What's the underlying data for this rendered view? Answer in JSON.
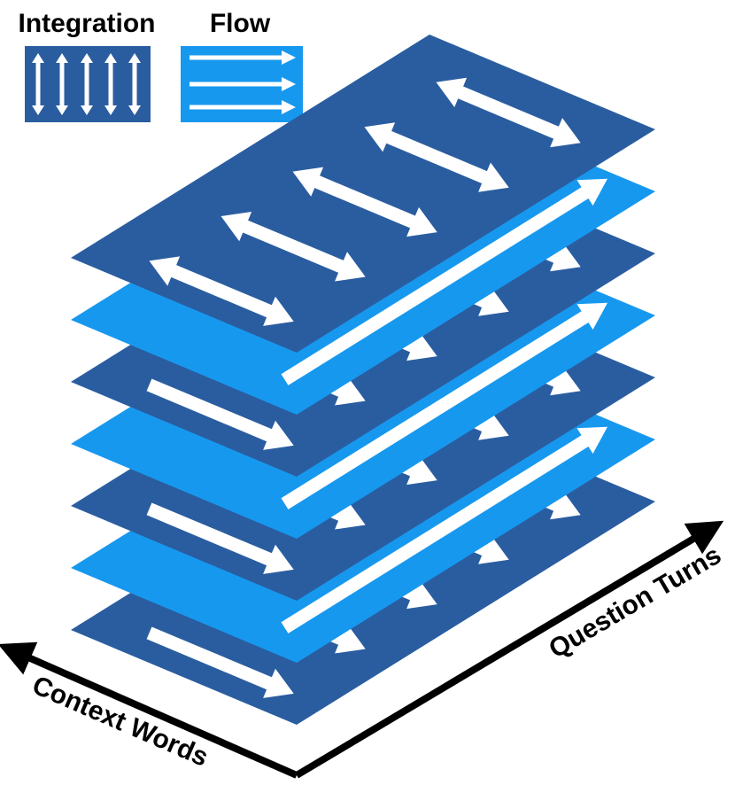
{
  "legend": {
    "integration": {
      "label": "Integration",
      "color": "#2a5da0",
      "icon": "vertical-double-arrows-icon"
    },
    "flow": {
      "label": "Flow",
      "color": "#1798ef",
      "icon": "right-arrows-icon"
    }
  },
  "axes": {
    "question_turns": "Question Turns",
    "context_words": "Context Words"
  },
  "layers": [
    "integration",
    "flow",
    "integration",
    "flow",
    "integration",
    "flow",
    "integration"
  ],
  "colors": {
    "integration": "#2a5da0",
    "flow": "#1798ef",
    "arrow": "#ffffff",
    "axis": "#000000"
  }
}
